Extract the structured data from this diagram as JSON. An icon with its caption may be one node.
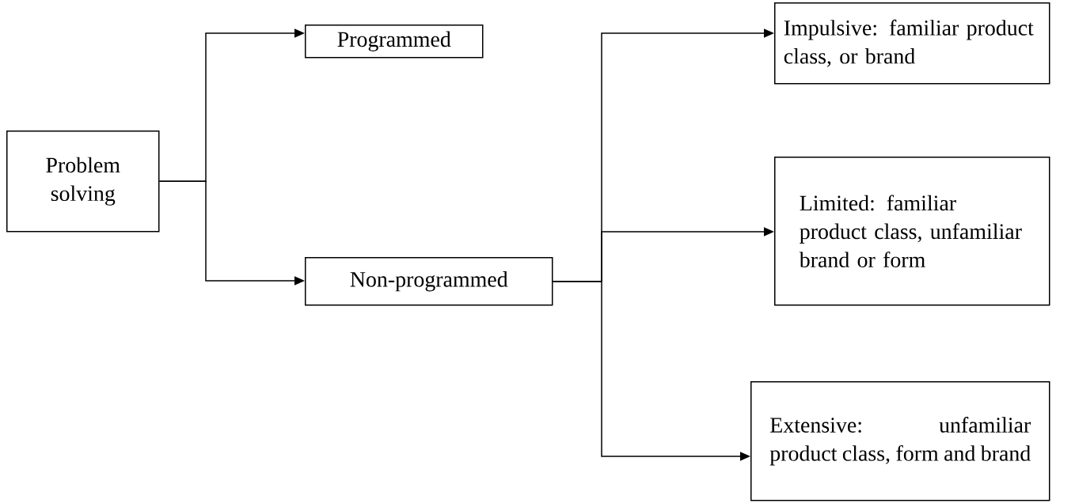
{
  "diagram": {
    "nodes": [
      {
        "text": [
          "Problem solving"
        ]
      },
      {
        "text": [
          "Programmed"
        ]
      },
      {
        "text": [
          "Non-programmed"
        ]
      },
      {
        "text": [
          "Impulsive: familiar product class, or brand"
        ]
      },
      {
        "text": [
          "Limited: familiar product class, unfamiliar brand or form"
        ]
      },
      {
        "text": [
          "Extensive: unfamiliar product class, form and brand"
        ]
      }
    ],
    "edges": [
      {
        "from": 0,
        "to": 1,
        "arrow": "to"
      },
      {
        "from": 0,
        "to": 2,
        "arrow": "to"
      },
      {
        "from": 2,
        "to": 3,
        "arrow": "to"
      },
      {
        "from": 2,
        "to": 4,
        "arrow": "to"
      },
      {
        "from": 2,
        "to": 5,
        "arrow": "to"
      }
    ]
  }
}
